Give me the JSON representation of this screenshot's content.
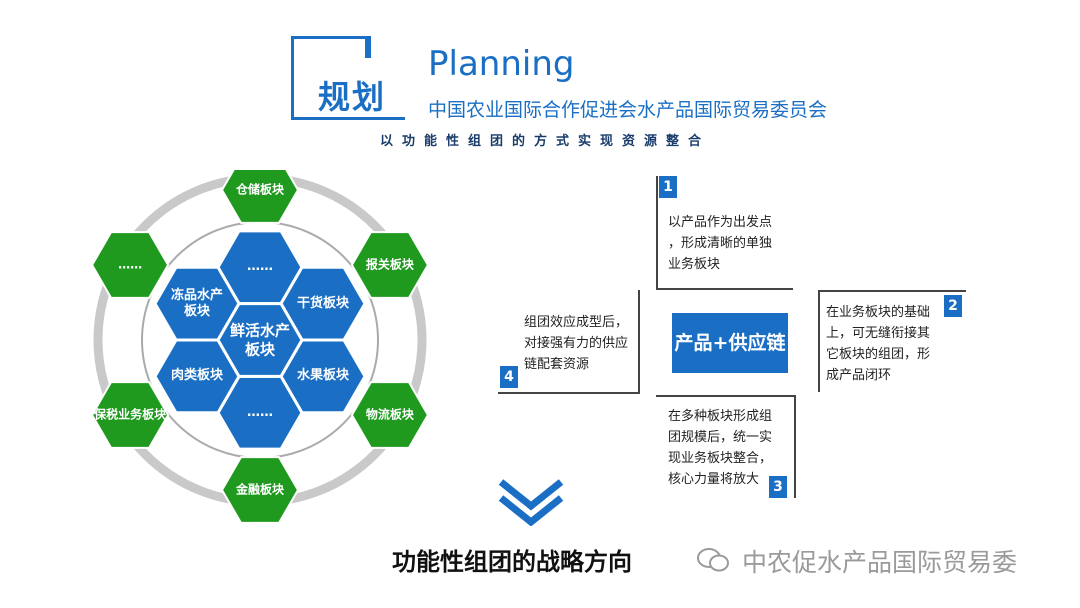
{
  "header": {
    "title_cn": "规划",
    "title_en": "Planning",
    "organization": "中国农业国际合作促进会水产品国际贸易委员会",
    "subtitle": "以功能性组团的方式实现资源整合"
  },
  "hex_diagram": {
    "center": "鲜活水产\n板块",
    "inner": [
      "……",
      "干货板块",
      "水果板块",
      "……",
      "肉类板块",
      "冻品水产\n板块"
    ],
    "outer": [
      "保税业务板块",
      "……",
      "仓储板块",
      "报关板块",
      "物流板块",
      "金融板块"
    ],
    "colors": {
      "blue": "#1a6fc4",
      "green": "#1f9a1f",
      "ring": "#c9c9c9"
    }
  },
  "process": {
    "center_label": "产品+供应链",
    "steps": [
      {
        "num": "1",
        "text": "以产品作为出发点\n，形成清晰的单独\n业务板块"
      },
      {
        "num": "2",
        "text": "在业务板块的基础\n上，可无缝衔接其\n它板块的组团，形\n成产品闭环"
      },
      {
        "num": "3",
        "text": "在多种板块形成组\n团规模后，统一实\n现业务板块整合，\n核心力量将放大"
      },
      {
        "num": "4",
        "text": "组团效应成型后，\n对接强有力的供应\n链配套资源"
      }
    ]
  },
  "footer": {
    "strategy_title": "功能性组团的战略方向",
    "watermark": "中农促水产品国际贸易委"
  }
}
